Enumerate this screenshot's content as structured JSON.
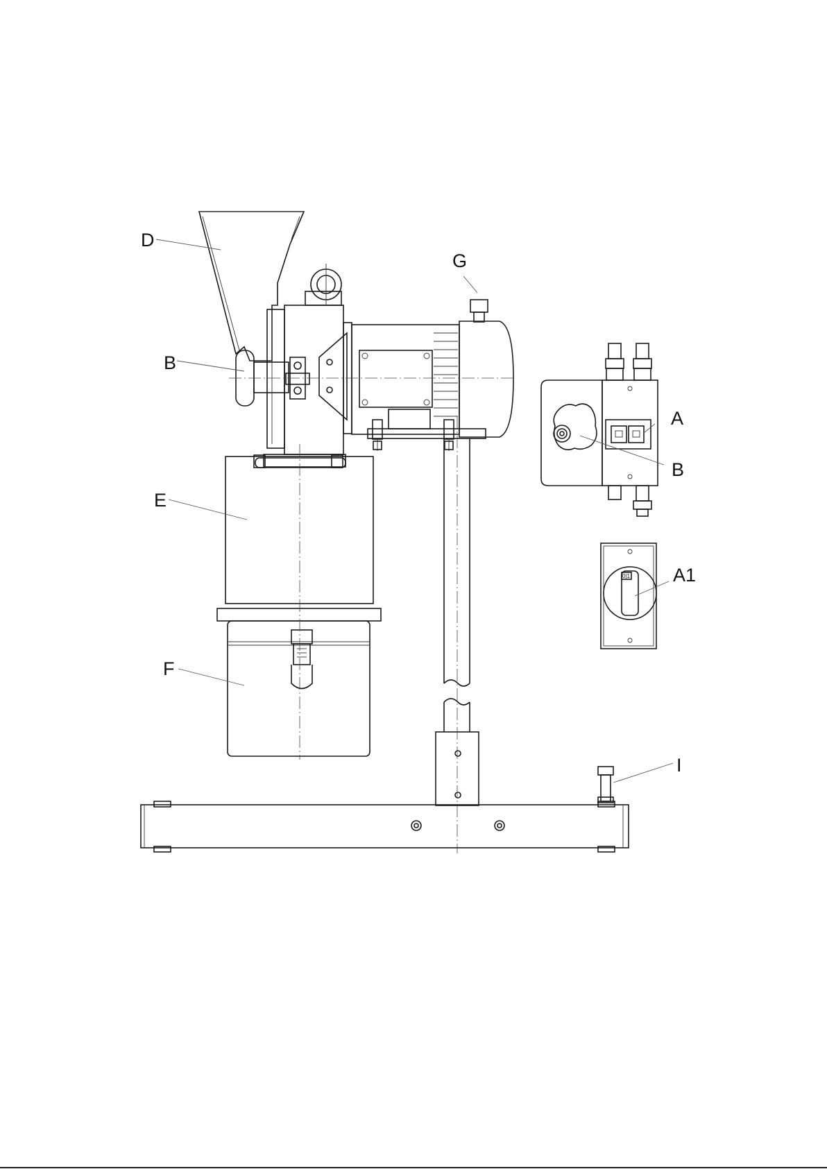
{
  "labels": {
    "hopper": "D",
    "handwheel": "B",
    "container_upper": "E",
    "container_lower": "F",
    "motor_bolt": "G",
    "switch": "A",
    "knob": "B",
    "rotary_switch": "A1",
    "leveling_foot": "I"
  },
  "switch_plate_text": "0|1"
}
